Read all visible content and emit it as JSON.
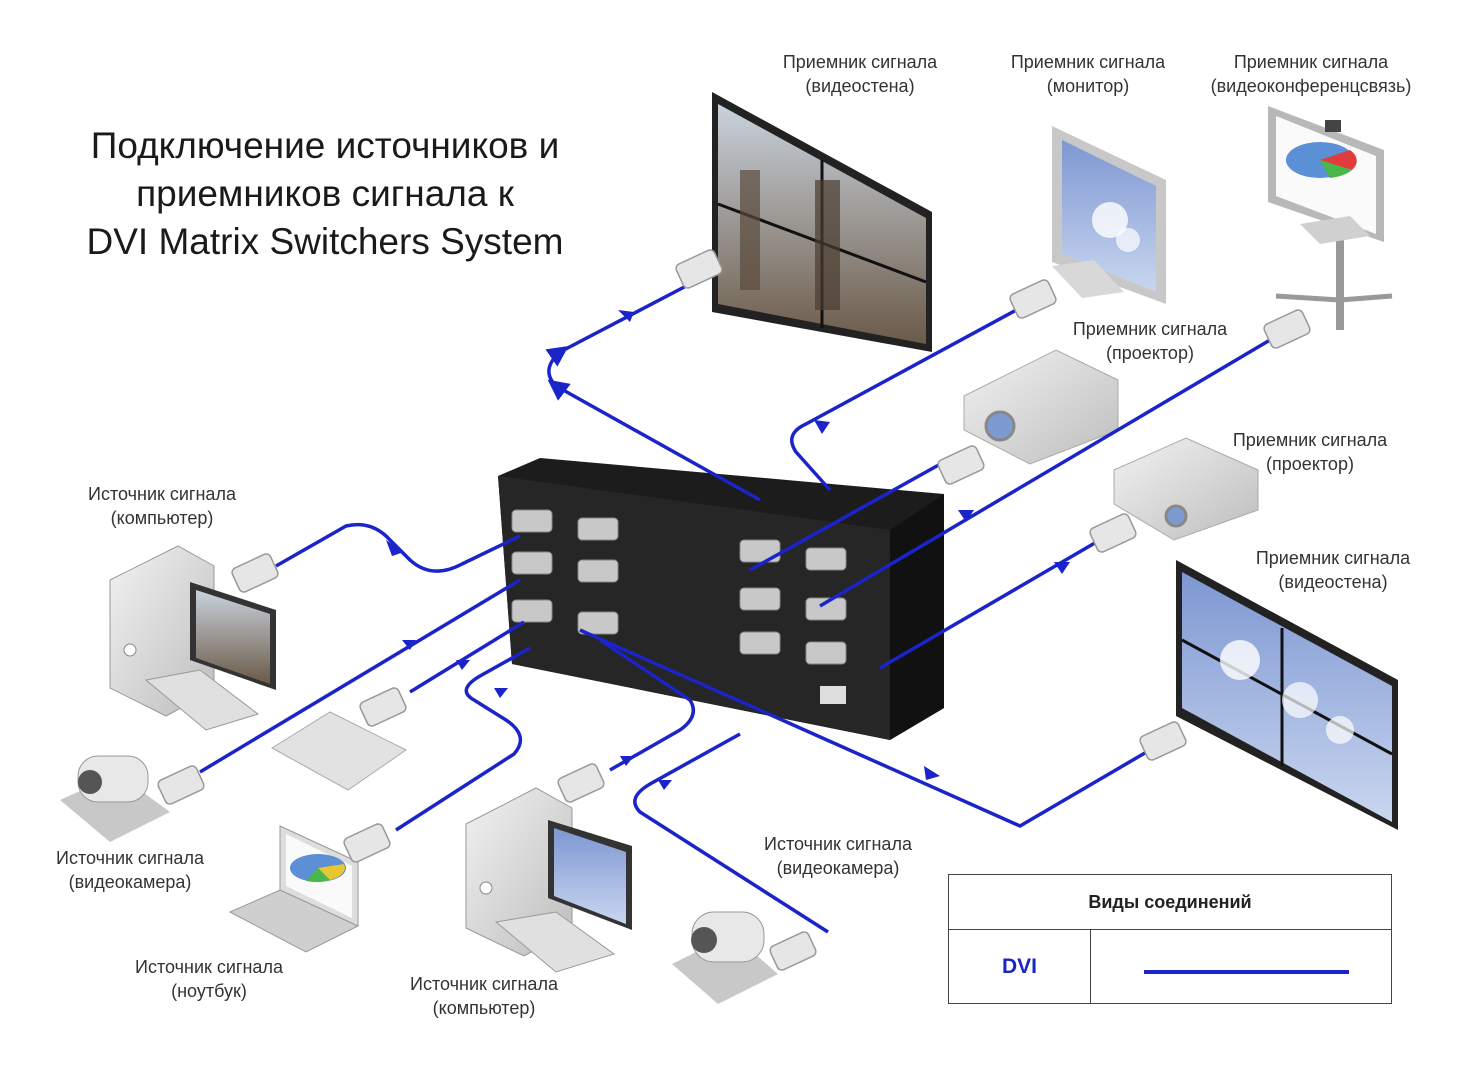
{
  "title": {
    "line1": "Подключение источников и",
    "line2": "приемников сигнала к",
    "line3": "DVI Matrix Switchers System"
  },
  "receivers": {
    "videowall_top": {
      "line1": "Приемник сигнала",
      "line2": "(видеостена)"
    },
    "monitor": {
      "line1": "Приемник сигнала",
      "line2": "(монитор)"
    },
    "videoconf": {
      "line1": "Приемник сигнала",
      "line2": "(видеоконференцсвязь)"
    },
    "projector_1": {
      "line1": "Приемник сигнала",
      "line2": "(проектор)"
    },
    "projector_2": {
      "line1": "Приемник сигнала",
      "line2": "(проектор)"
    },
    "videowall_right": {
      "line1": "Приемник сигнала",
      "line2": "(видеостена)"
    }
  },
  "sources": {
    "computer_left": {
      "line1": "Источник сигнала",
      "line2": "(компьютер)"
    },
    "camera_left": {
      "line1": "Источник сигнала",
      "line2": "(видеокамера)"
    },
    "laptop": {
      "line1": "Источник сигнала",
      "line2": "(ноутбук)"
    },
    "computer_bottom": {
      "line1": "Источник сигнала",
      "line2": "(компьютер)"
    },
    "camera_bottom": {
      "line1": "Источник сигнала",
      "line2": "(видеокамера)"
    }
  },
  "legend": {
    "header": "Виды соединений",
    "dvi_label": "DVI"
  },
  "colors": {
    "cable": "#1a24c8",
    "switcher_body": "#1c1c1c",
    "device_gray": "#d6d6d6",
    "screen_blue": "#8aa3d6"
  }
}
